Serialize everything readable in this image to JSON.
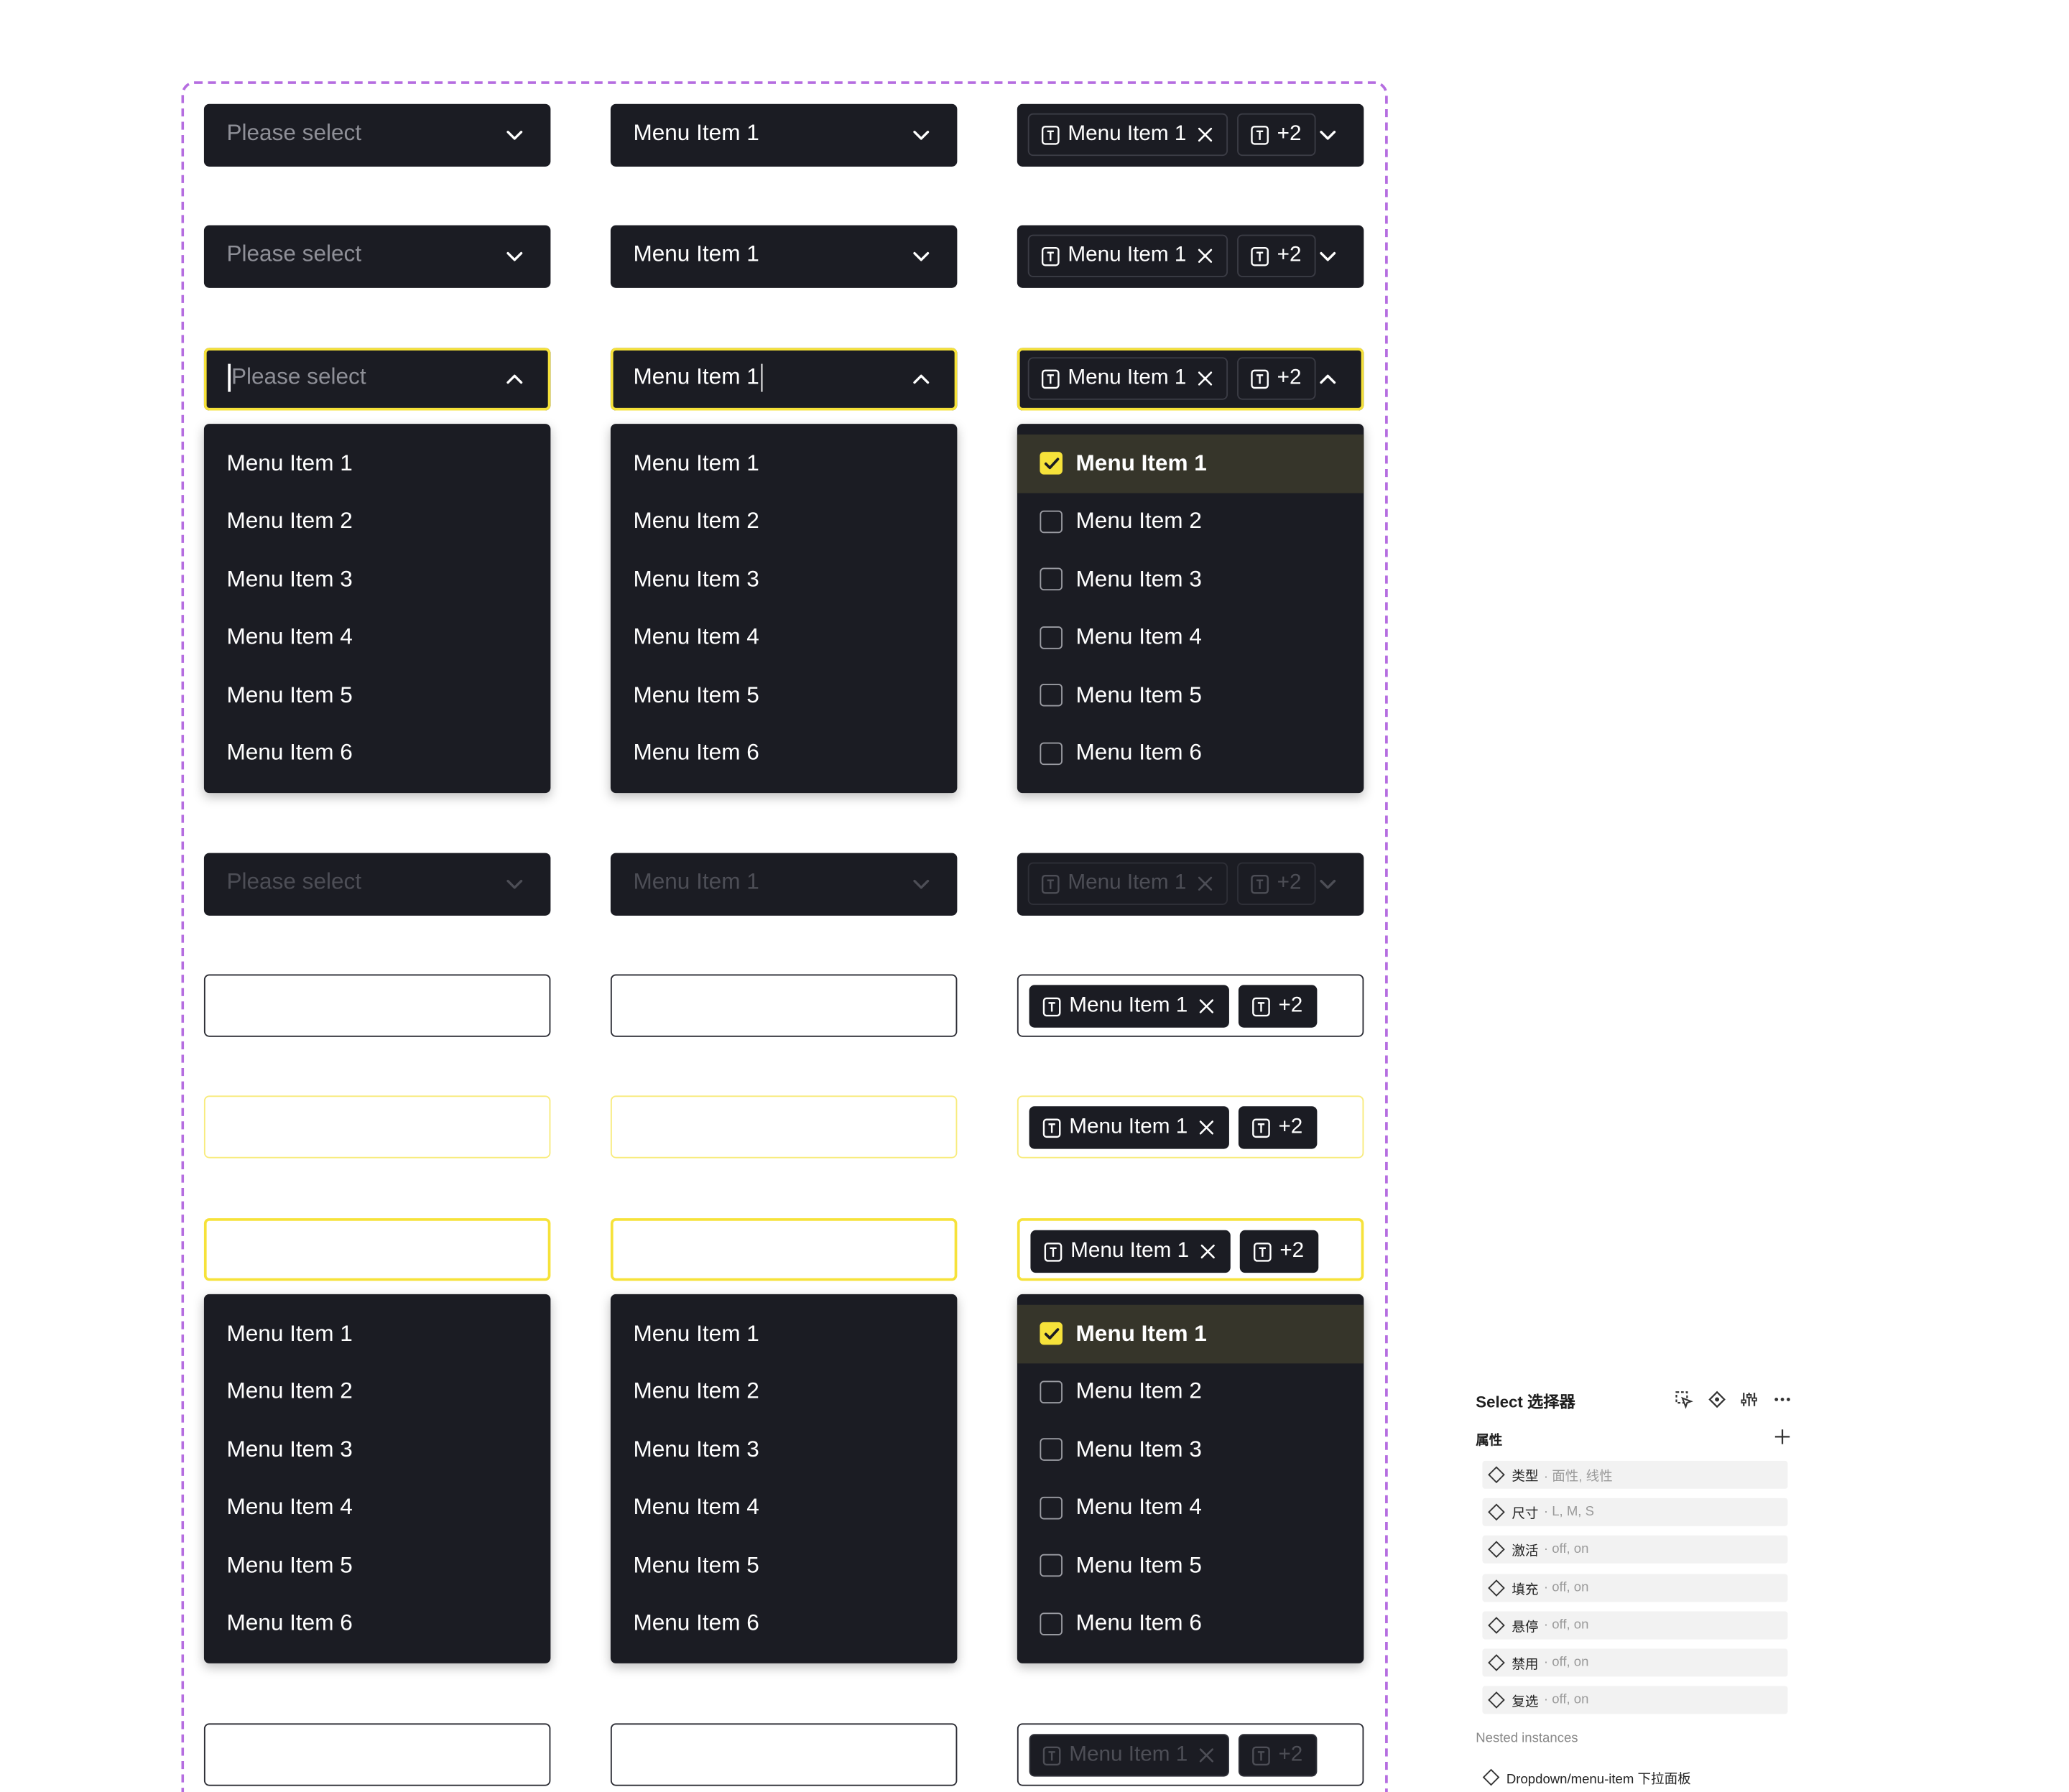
{
  "canvas": {
    "frame_color": "#b56de0",
    "accent": "#f6e23a",
    "dark_bg": "#1b1c23"
  },
  "columns": [
    "single-placeholder",
    "single-selected",
    "multiple-tags"
  ],
  "placeholder": "Please select",
  "selected_value": "Menu Item 1",
  "tag_label": "Menu Item 1",
  "tag_more": "+2",
  "menu_items": [
    "Menu Item 1",
    "Menu Item 2",
    "Menu Item 3",
    "Menu Item 4",
    "Menu Item 5",
    "Menu Item 6"
  ],
  "rows": [
    {
      "variant": "filled",
      "state": "default",
      "show_text": true,
      "open": false
    },
    {
      "variant": "filled",
      "state": "hover",
      "show_text": true,
      "open": false
    },
    {
      "variant": "filled",
      "state": "active",
      "show_text": true,
      "open": true
    },
    {
      "variant": "filled",
      "state": "disabled",
      "show_text": true,
      "open": false
    },
    {
      "variant": "outline",
      "state": "default",
      "show_text": false,
      "open": false
    },
    {
      "variant": "outline",
      "state": "hover",
      "show_text": false,
      "open": false
    },
    {
      "variant": "outline",
      "state": "active",
      "show_text": false,
      "open": true
    },
    {
      "variant": "outline",
      "state": "disabled",
      "show_text": false,
      "open": false
    }
  ],
  "checked_item_index": 0,
  "properties_panel": {
    "title": "Select 选择器",
    "section": "属性",
    "add_icon": "plus-icon",
    "header_icons": [
      "select-instance-icon",
      "component-icon",
      "adjust-icon",
      "more-icon"
    ],
    "properties": [
      {
        "key": "类型",
        "values": "· 面性, 线性"
      },
      {
        "key": "尺寸",
        "values": "· L, M, S"
      },
      {
        "key": "激活",
        "values": "· off, on"
      },
      {
        "key": "填充",
        "values": "· off, on"
      },
      {
        "key": "悬停",
        "values": "· off, on"
      },
      {
        "key": "禁用",
        "values": "· off, on"
      },
      {
        "key": "复选",
        "values": "· off, on"
      }
    ],
    "nested_label": "Nested instances",
    "nested_item": "Dropdown/menu-item 下拉面板"
  }
}
